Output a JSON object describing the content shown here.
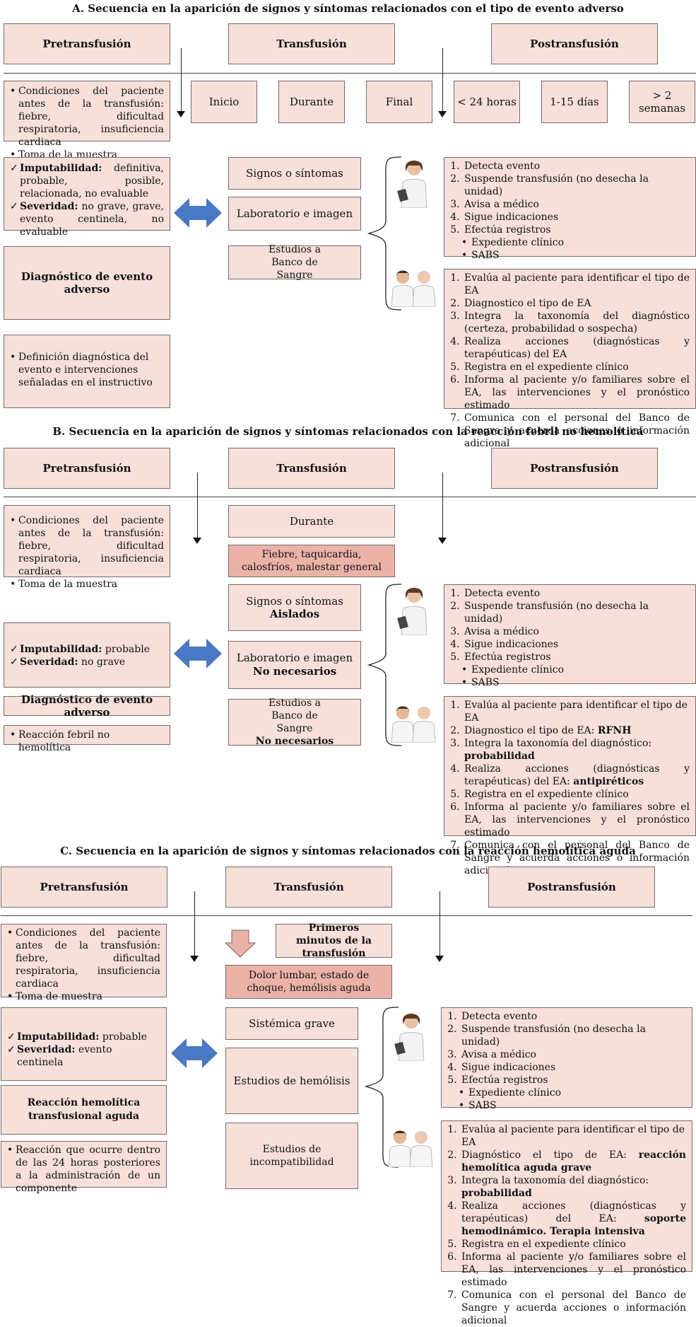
{
  "headers": {
    "pre": "Pretransfusión",
    "trans": "Transfusión",
    "post": "Postransfusión"
  },
  "common": {
    "pre_conditions": "Condiciones del paciente antes de la transfusión: fiebre, dificultad respiratoria, insuficiencia cardiaca",
    "nurse_steps": [
      "Detecta evento",
      "Suspende transfusión (no desecha la unidad)",
      "Avisa a médico",
      "Sigue indicaciones",
      "Efectúa registros"
    ],
    "nurse_substeps": [
      "Expediente clínico",
      "SABS"
    ],
    "doc_step1": "Evalúa al paciente para identificar el tipo de EA",
    "doc_step5": "Registra en el expediente clínico",
    "doc_step6": "Informa al paciente y/o familiares sobre el EA, las intervenciones y el pronóstico estimado",
    "doc_step7": "Comunica con el personal del Banco de Sangre y acuerda acciones o información adicional",
    "imput_label": "Imputabilidad:",
    "sev_label": "Severidad:"
  },
  "A": {
    "title": "A. Secuencia en la aparición de signos y síntomas relacionados con el tipo de evento adverso",
    "sample": "Toma de la muestra",
    "times": [
      "Inicio",
      "Durante",
      "Final",
      "< 24 horas",
      "1-15 días",
      "> 2 semanas"
    ],
    "imput_val": "definitiva, probable, posible, relacionada, no evaluable",
    "sev_val": "no grave, grave, evento centinela, no evaluable",
    "diag": "Diagnóstico de evento adverso",
    "definition": "Definición diagnóstica del evento e intervenciones señaladas en el instructivo",
    "mid": [
      "Signos o síntomas",
      "Laboratorio e imagen",
      "Estudios a Banco de Sangre"
    ],
    "doc_step2": "Diagnostico el tipo de EA",
    "doc_step3": "Integra la taxonomía del diagnóstico (certeza, probabilidad o sospecha)",
    "doc_step4": "Realiza acciones (diagnósticas y terapéuticas) del EA"
  },
  "B": {
    "title": "B. Secuencia en la aparición de signos y síntomas relacionados con la reacción febril no hemolítica",
    "sample": "Toma de la muestra",
    "during": "Durante",
    "symptoms": "Fiebre, taquicardia, calosfríos, malestar general",
    "imput_val": "probable",
    "sev_val": "no grave",
    "diag": "Diagnóstico de evento adverso",
    "reaction": "Reacción febril no hemolítica",
    "mid1": "Signos o síntomas",
    "mid1b": "Aislados",
    "mid2": "Laboratorio e imagen",
    "mid2b": "No necesarios",
    "mid3": "Estudios a Banco de Sangre",
    "mid3b": "No necesarios",
    "doc_step2": "Diagnostico el tipo de EA:",
    "doc_step2b": "RFNH",
    "doc_step3": "Integra la taxonomía del diagnóstico:",
    "doc_step3b": "probabilidad",
    "doc_step4": "Realiza acciones (diagnósticas y terapéuticas) del EA:",
    "doc_step4b": "antipiréticos"
  },
  "C": {
    "title": "C. Secuencia en la aparición de signos y síntomas relacionados con la reacción hemolítica aguda",
    "pre_conditions": "Condiciones del paciente antes de la transfusión: fiebre, dificultad respiratoria, insuficiencia cardiaca",
    "sample": "Toma de muestra",
    "first": "Primeros minutos de la transfusión",
    "symptoms": "Dolor lumbar, estado de choque, hemólisis aguda",
    "imput_val": "probable",
    "sev_val": "evento centinela",
    "diag": "Reacción hemolítica transfusional aguda",
    "definition": "Reacción que ocurre dentro de las 24 horas posteriores a la administración de un componente",
    "mid": [
      "Sistémica grave",
      "Estudios de hemólisis",
      "Estudios de incompatibilidad"
    ],
    "doc_step2": "Diagnóstico el tipo de EA:",
    "doc_step2b": "reacción hemolítica aguda grave",
    "doc_step3": "Integra la taxonomía del diagnóstico:",
    "doc_step3b": "probabilidad",
    "doc_step4": "Realiza acciones (diagnósticas y terapéuticas) del EA:",
    "doc_step4b": "soporte hemodinámico. Terapia intensiva"
  }
}
